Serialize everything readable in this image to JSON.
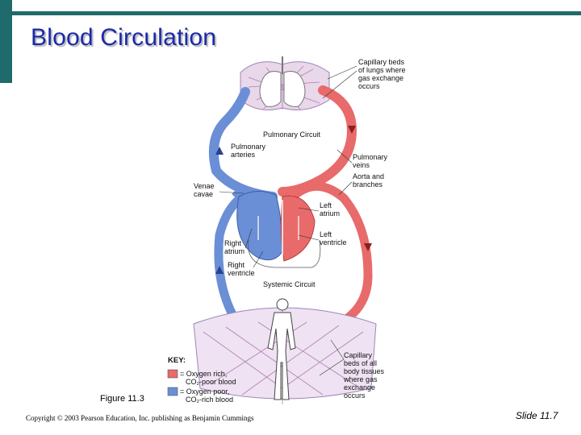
{
  "slide": {
    "title": "Blood Circulation",
    "figure_label": "Figure 11.3",
    "copyright": "Copyright © 2003 Pearson Education, Inc. publishing as Benjamin Cummings",
    "slide_number": "Slide 11.7"
  },
  "colors": {
    "accent": "#1f6b6b",
    "title": "#1a2aa8",
    "oxygen_rich": "#e86a6a",
    "oxygen_poor": "#6a8fd6"
  },
  "diagram": {
    "labels": {
      "capillary_lungs": [
        "Capillary beds",
        "of lungs where",
        "gas exchange",
        "occurs"
      ],
      "pulmonary_circuit": "Pulmonary Circuit",
      "pulmonary_arteries": [
        "Pulmonary",
        "arteries"
      ],
      "pulmonary_veins": [
        "Pulmonary",
        "veins"
      ],
      "aorta": [
        "Aorta and",
        "branches"
      ],
      "venae_cavae": [
        "Venae",
        "cavae"
      ],
      "left_atrium": [
        "Left",
        "atrium"
      ],
      "left_ventricle": [
        "Left",
        "ventricle"
      ],
      "right_atrium": [
        "Right",
        "atrium"
      ],
      "right_ventricle": [
        "Right",
        "ventricle"
      ],
      "systemic_circuit": "Systemic Circuit",
      "capillary_body": [
        "Capillary",
        "beds of all",
        "body tissues",
        "where gas",
        "exchange",
        "occurs"
      ]
    },
    "key": {
      "title": "KEY:",
      "oxygen_rich": [
        "= Oxygen rich,",
        "CO₂-poor blood"
      ],
      "oxygen_poor": [
        "= Oxygen poor,",
        "CO₂-rich blood"
      ]
    }
  }
}
